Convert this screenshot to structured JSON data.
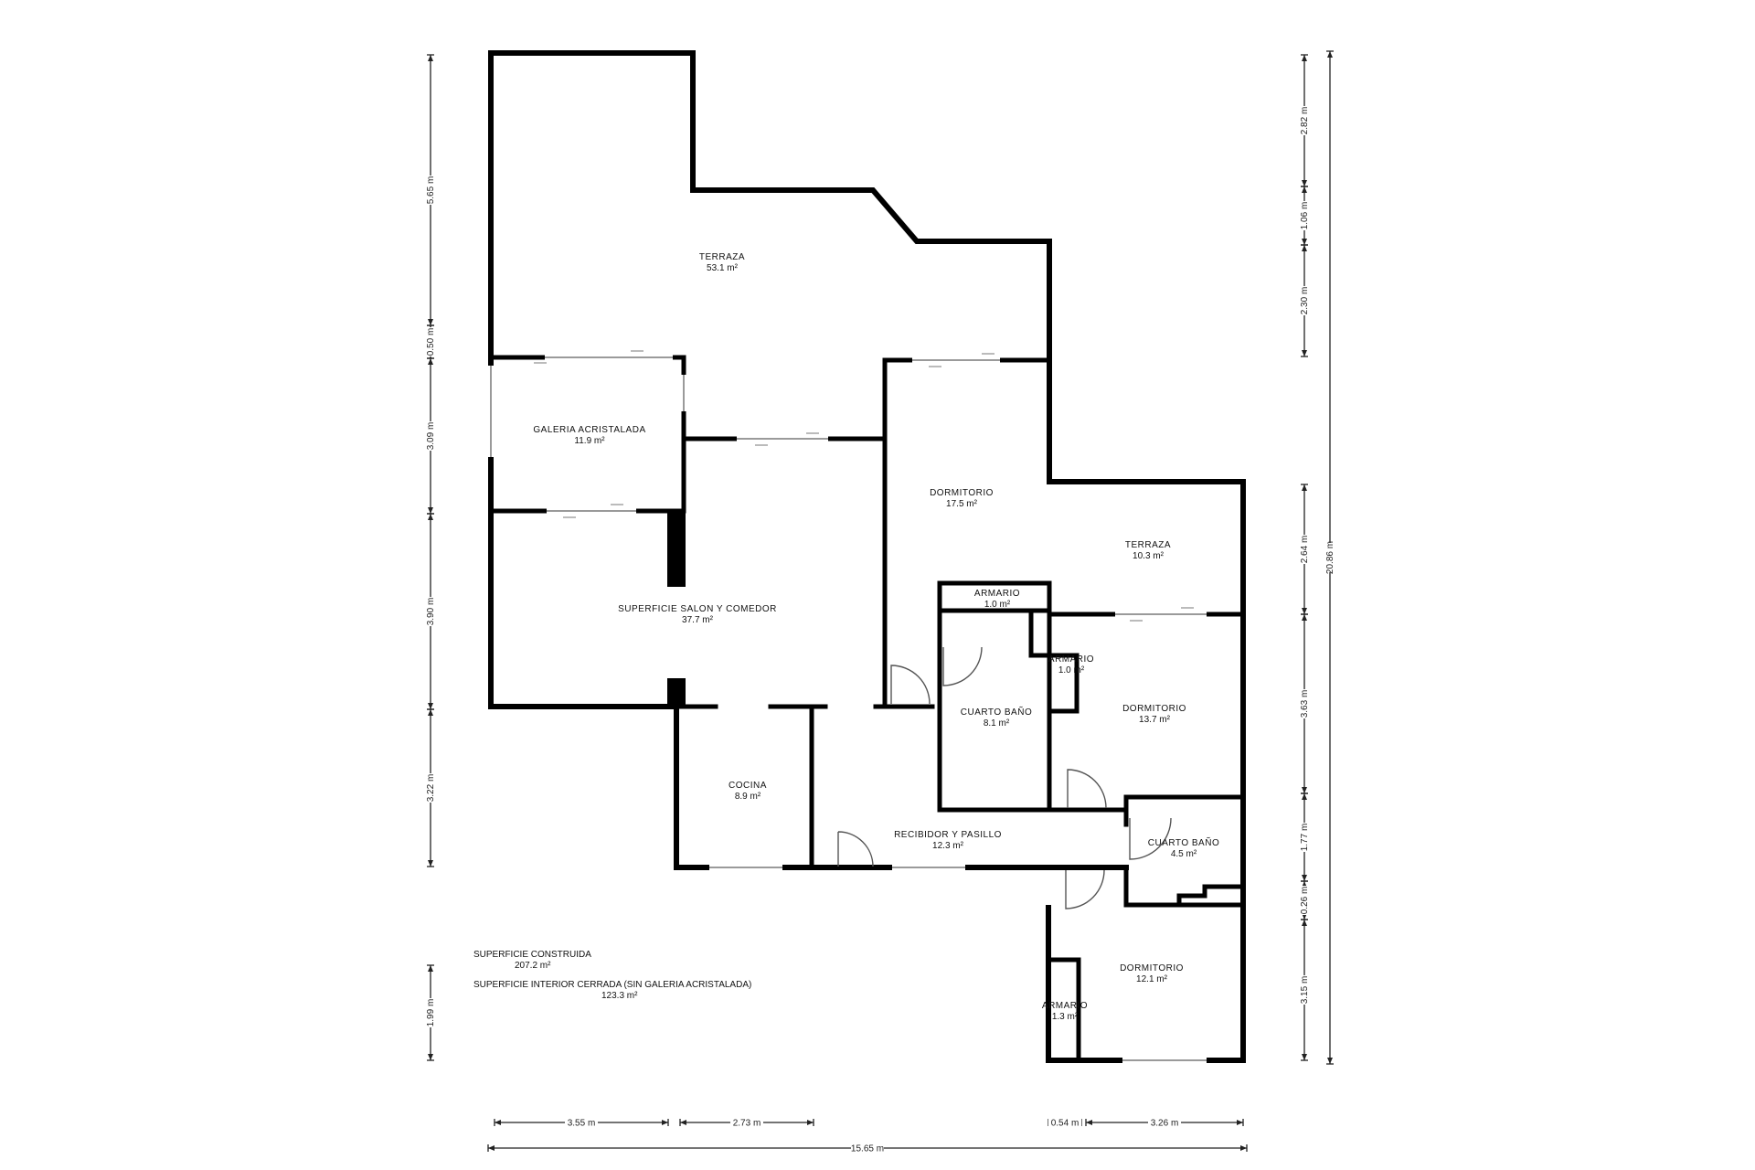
{
  "rooms": {
    "terraza_main": {
      "name": "TERRAZA",
      "area": "53.1 m²"
    },
    "galeria": {
      "name": "GALERIA ACRISTALADA",
      "area": "11.9 m²"
    },
    "salon": {
      "name": "SUPERFICIE SALON Y COMEDOR",
      "area": "37.7 m²"
    },
    "dormitorio_1": {
      "name": "DORMITORIO",
      "area": "17.5 m²"
    },
    "terraza_small": {
      "name": "TERRAZA",
      "area": "10.3 m²"
    },
    "armario_1": {
      "name": "ARMARIO",
      "area": "1.0 m²"
    },
    "armario_2": {
      "name": "ARMARIO",
      "area": "1.0 m²"
    },
    "cuarto_bano_1": {
      "name": "CUARTO BAÑO",
      "area": "8.1 m²"
    },
    "dormitorio_2": {
      "name": "DORMITORIO",
      "area": "13.7 m²"
    },
    "cocina": {
      "name": "COCINA",
      "area": "8.9 m²"
    },
    "recibidor": {
      "name": "RECIBIDOR Y PASILLO",
      "area": "12.3 m²"
    },
    "cuarto_bano_2": {
      "name": "CUARTO BAÑO",
      "area": "4.5 m²"
    },
    "dormitorio_3": {
      "name": "DORMITORIO",
      "area": "12.1 m²"
    },
    "armario_3": {
      "name": "ARMARIO",
      "area": "1.3 m²"
    }
  },
  "summary": {
    "construida_label": "SUPERFICIE CONSTRUIDA",
    "construida_value": "207.2 m²",
    "interior_label": "SUPERFICIE INTERIOR CERRADA (SIN GALERIA ACRISTALADA)",
    "interior_value": "123.3 m²"
  },
  "dimensions": {
    "left": [
      "5.65 m",
      "0.50 m",
      "3.09 m",
      "3.90 m",
      "3.22 m",
      "1.99 m"
    ],
    "right_inner": [
      "2.82 m",
      "1.06 m",
      "2.30 m",
      "2.64 m",
      "3.63 m",
      "1.77 m",
      "0.26 m",
      "3.15 m"
    ],
    "right_total": "20.86 m",
    "bottom": [
      "3.55 m",
      "2.73 m",
      "0.54 m",
      "3.26 m"
    ],
    "bottom_total": "15.65 m"
  }
}
